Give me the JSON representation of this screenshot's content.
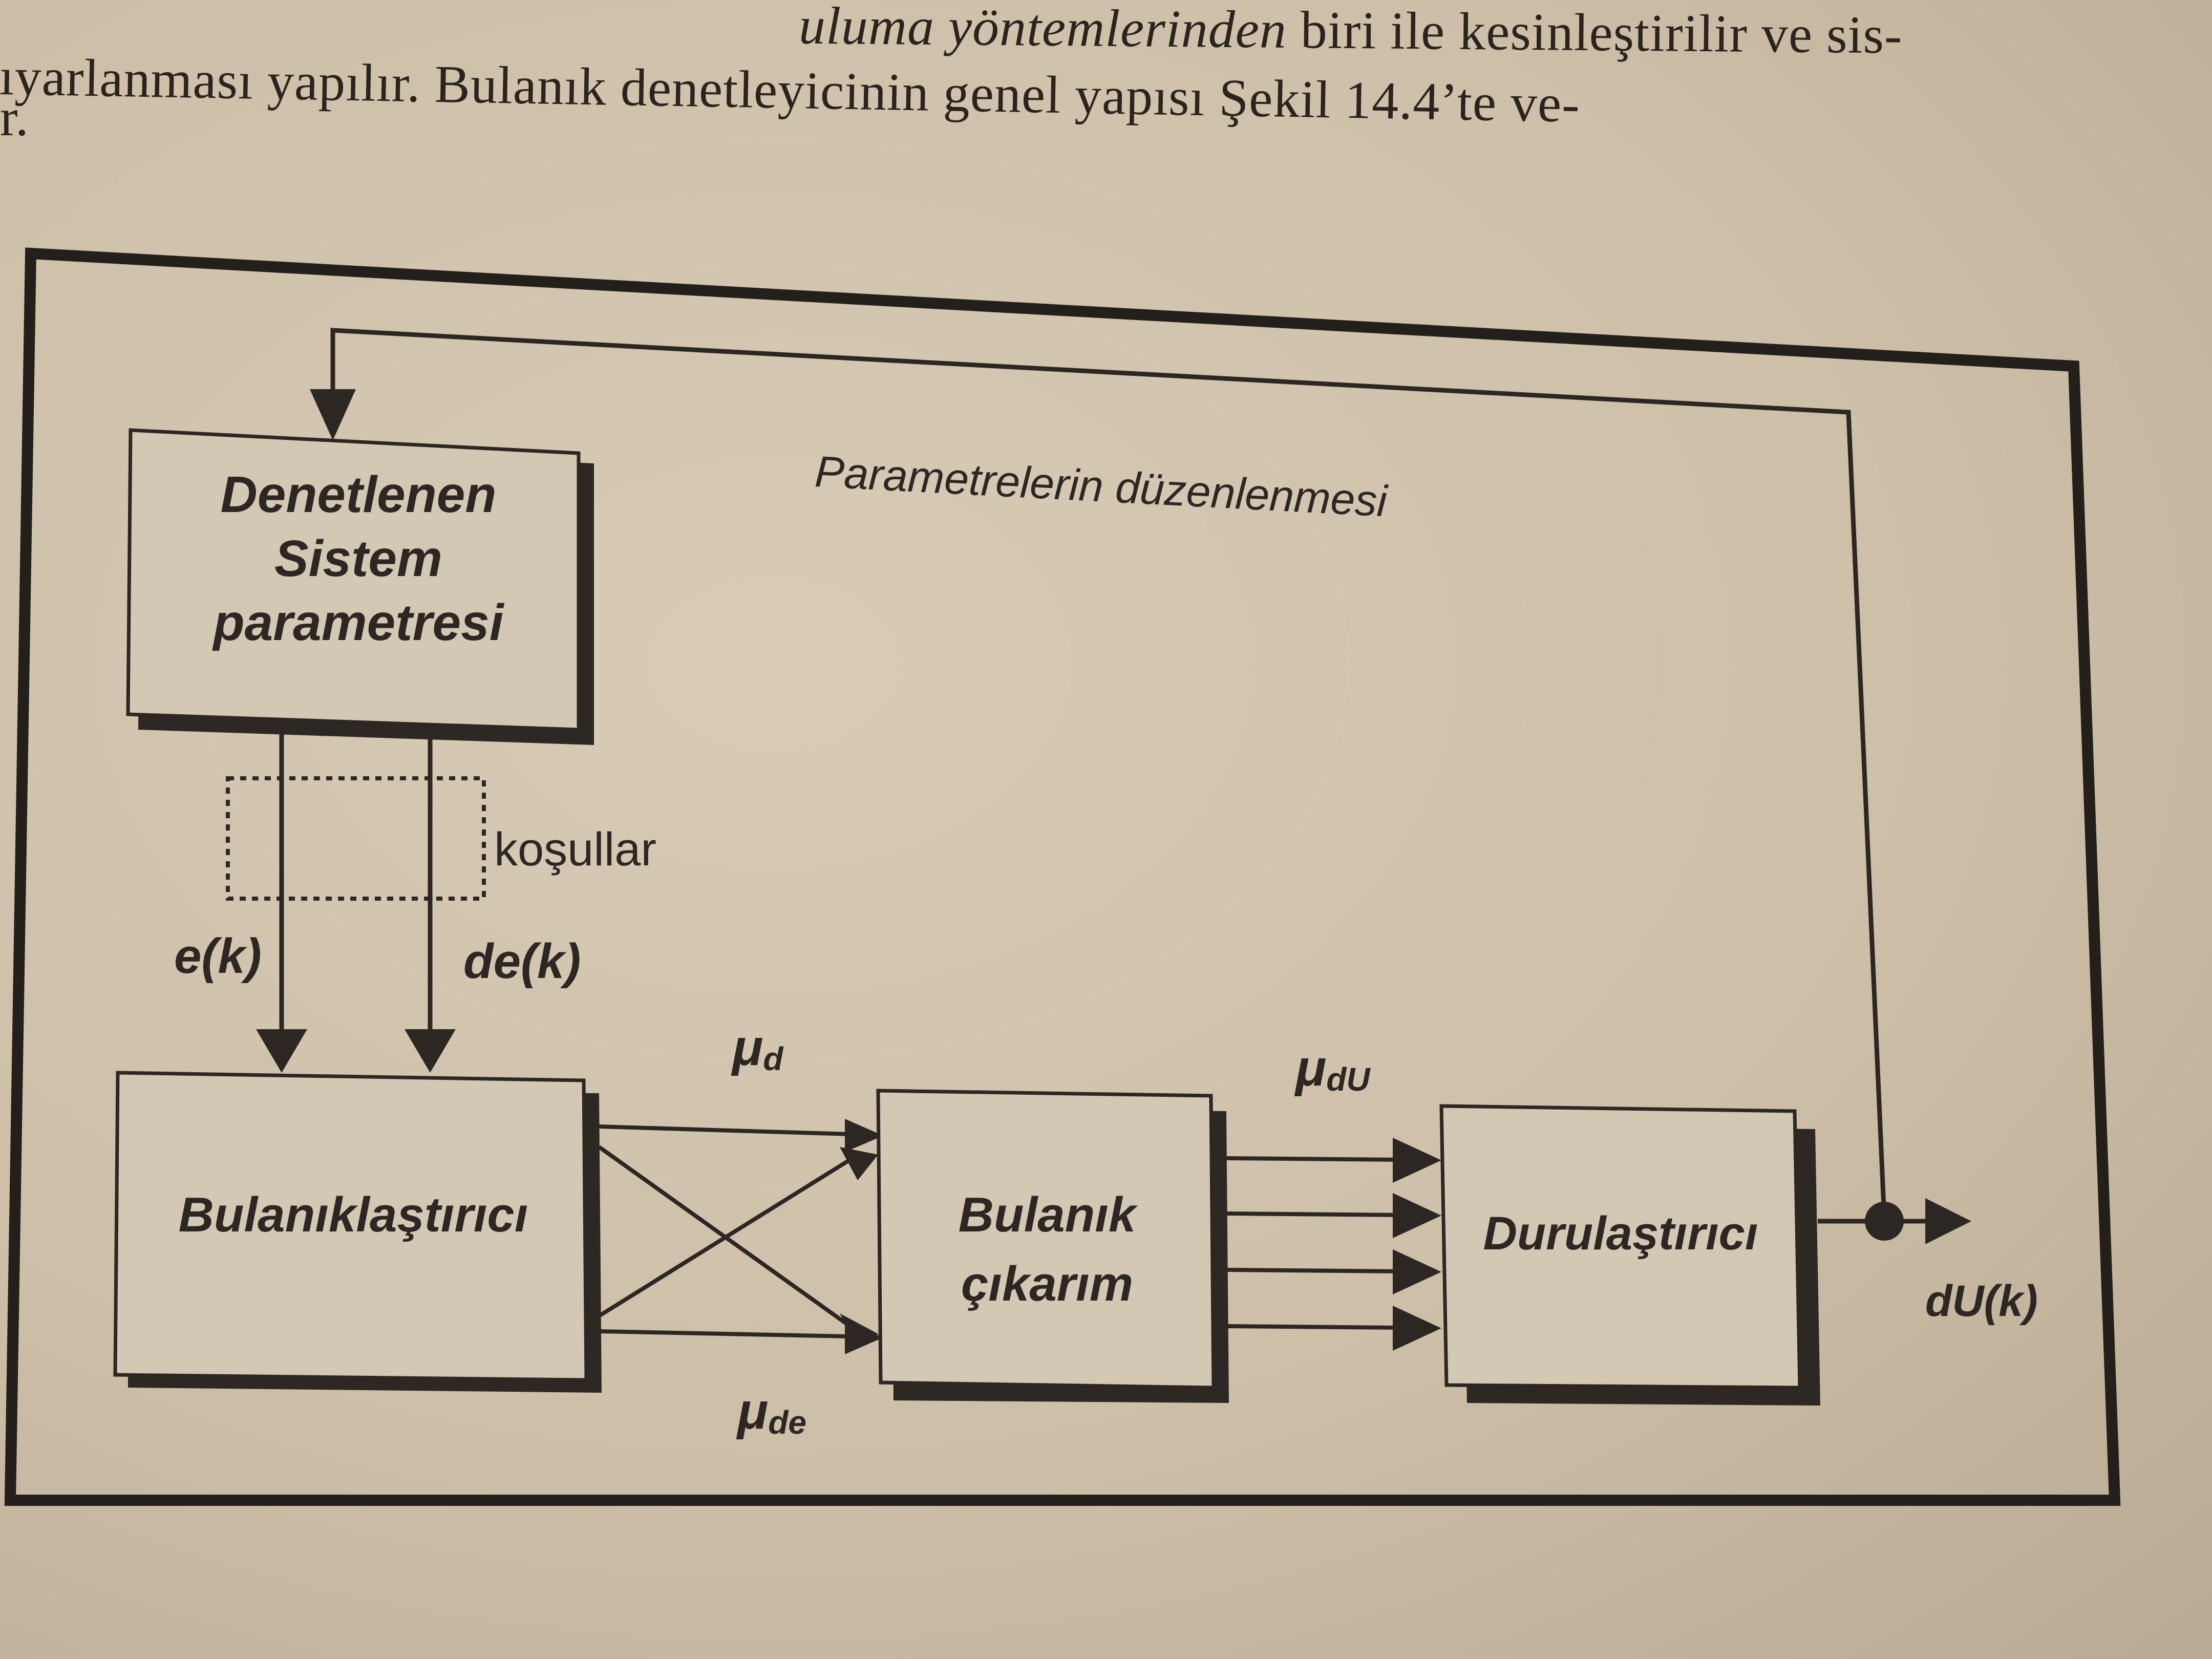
{
  "text": {
    "line1_italic": "uluma yöntemlerinden",
    "line1_rest": " biri ile kesinleştirilir ve sis-",
    "line2": "ıyarlanması yapılır. Bulanık denetleyicinin genel yapısı Şekil 14.4’te ve-",
    "line3": "r."
  },
  "diagram": {
    "feedback_label": "Parametrelerin düzenlenmesi",
    "box_system": [
      "Denetlenen",
      "Sistem",
      "parametresi"
    ],
    "conditions_label": "koşullar",
    "signal_e": "e(k)",
    "signal_de": "de(k)",
    "box_fuzzifier": "Bulanıklaştırıcı",
    "mu_d": "μ",
    "mu_d_sub": "d",
    "mu_de": "μ",
    "mu_de_sub": "de",
    "box_inference": [
      "Bulanık",
      "çıkarım"
    ],
    "mu_du": "μ",
    "mu_du_sub": "dU",
    "box_defuzzifier": "Durulaştırıcı",
    "output": "dU(k)"
  }
}
